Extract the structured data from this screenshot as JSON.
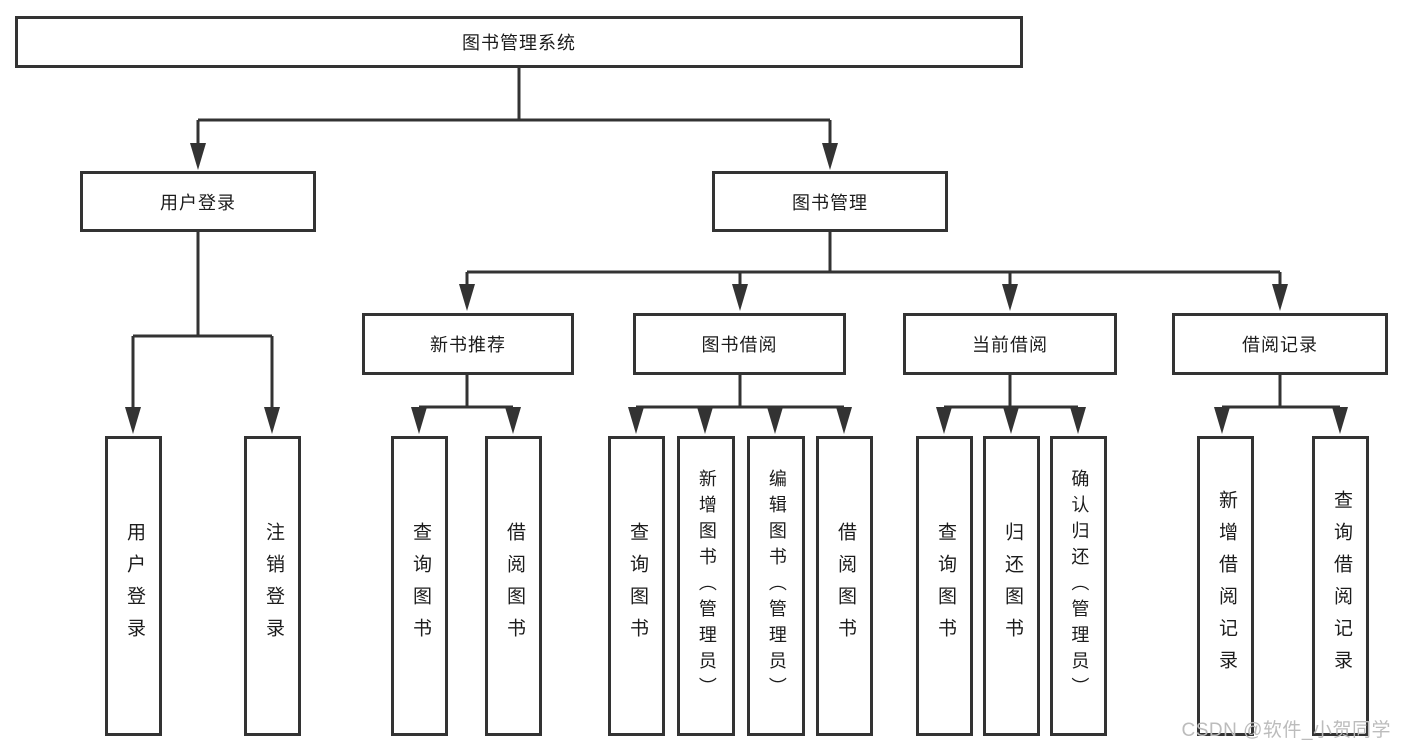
{
  "diagram": {
    "root": {
      "label": "图书管理系统",
      "children": [
        {
          "label": "用户登录",
          "children": [
            {
              "label": "用户登录"
            },
            {
              "label": "注销登录"
            }
          ]
        },
        {
          "label": "图书管理",
          "children": [
            {
              "label": "新书推荐",
              "children": [
                {
                  "label": "查询图书"
                },
                {
                  "label": "借阅图书"
                }
              ]
            },
            {
              "label": "图书借阅",
              "children": [
                {
                  "label": "查询图书"
                },
                {
                  "label": "新增图书（管理员）"
                },
                {
                  "label": "编辑图书（管理员）"
                },
                {
                  "label": "借阅图书"
                }
              ]
            },
            {
              "label": "当前借阅",
              "children": [
                {
                  "label": "查询图书"
                },
                {
                  "label": "归还图书"
                },
                {
                  "label": "确认归还（管理员）"
                }
              ]
            },
            {
              "label": "借阅记录",
              "children": [
                {
                  "label": "新增借阅记录"
                },
                {
                  "label": "查询借阅记录"
                }
              ]
            }
          ]
        }
      ]
    }
  },
  "watermark": {
    "text": "CSDN @软件_小贺同学"
  },
  "colors": {
    "box_border": "#333333",
    "connector_line": "#333333",
    "text": "#1c1c1c",
    "watermark": "#bcbcbc",
    "background": "#ffffff"
  }
}
